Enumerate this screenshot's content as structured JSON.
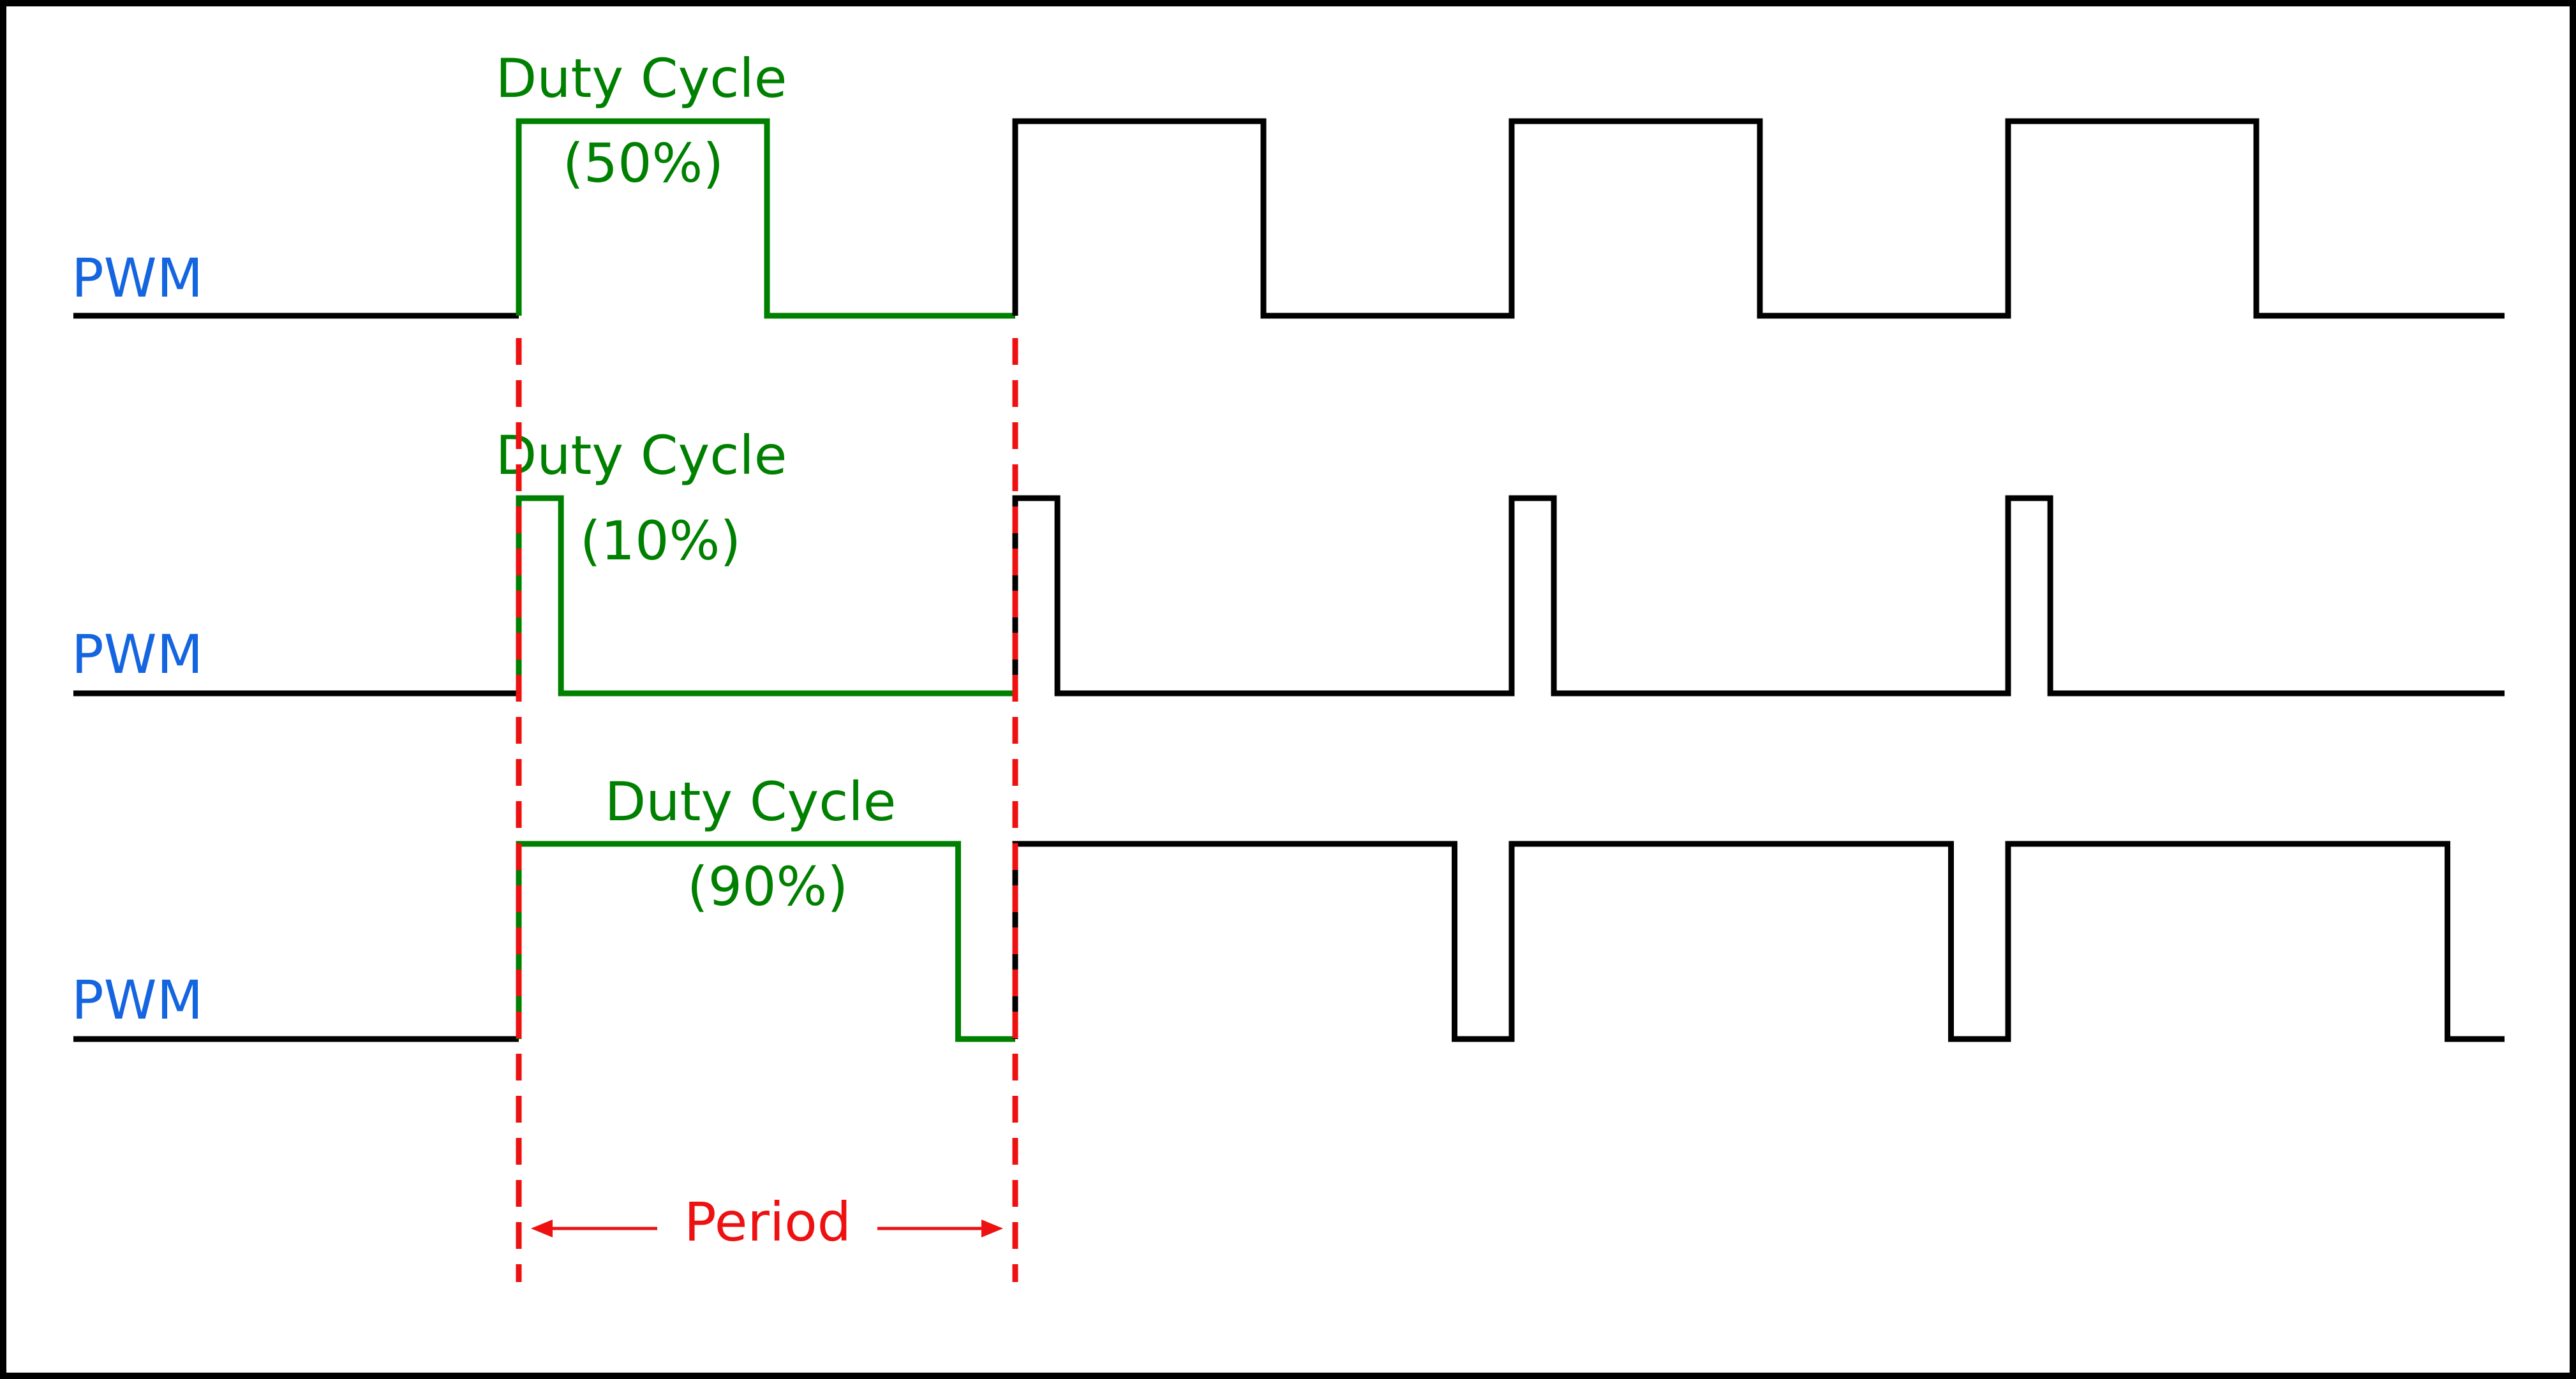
{
  "diagram": {
    "colors": {
      "signal": "#000000",
      "highlight": "#008000",
      "label": "#1565e0",
      "period": "#ee1111",
      "frame": "#000000",
      "background": "#ffffff"
    },
    "waveforms": [
      {
        "signal_label": "PWM",
        "duty_label": "Duty Cycle",
        "duty_value": "(50%)",
        "duty_fraction": 0.5
      },
      {
        "signal_label": "PWM",
        "duty_label": "Duty Cycle",
        "duty_value": "(10%)",
        "duty_fraction": 0.085
      },
      {
        "signal_label": "PWM",
        "duty_label": "Duty Cycle",
        "duty_value": "(90%)",
        "duty_fraction": 0.885
      }
    ],
    "cycles_after_first": 3,
    "period_label": "Period"
  }
}
